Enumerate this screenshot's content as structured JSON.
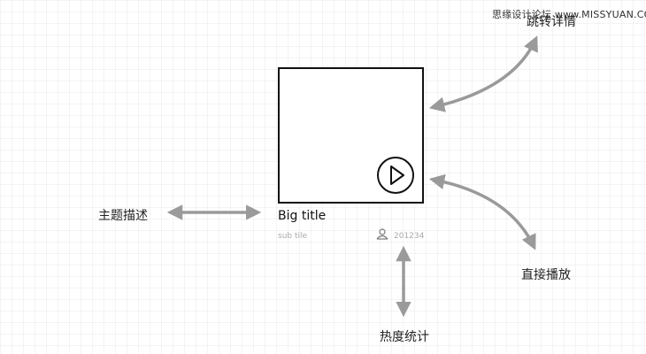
{
  "watermark": "思缘设计论坛 www.MISSYUAN.COM",
  "card": {
    "title": "Big title",
    "subtitle": "sub tile",
    "count": "201234"
  },
  "annotations": {
    "jump_detail": "跳转详情",
    "topic_description": "主题描述",
    "direct_play": "直接播放",
    "popularity_stats": "热度统计"
  },
  "icons": {
    "play": "play-icon",
    "user": "user-icon"
  },
  "colors": {
    "grid_line": "#e9e9e9",
    "arrow": "#9a9a9a",
    "border": "#111111",
    "muted_text": "#aaaaaa"
  }
}
